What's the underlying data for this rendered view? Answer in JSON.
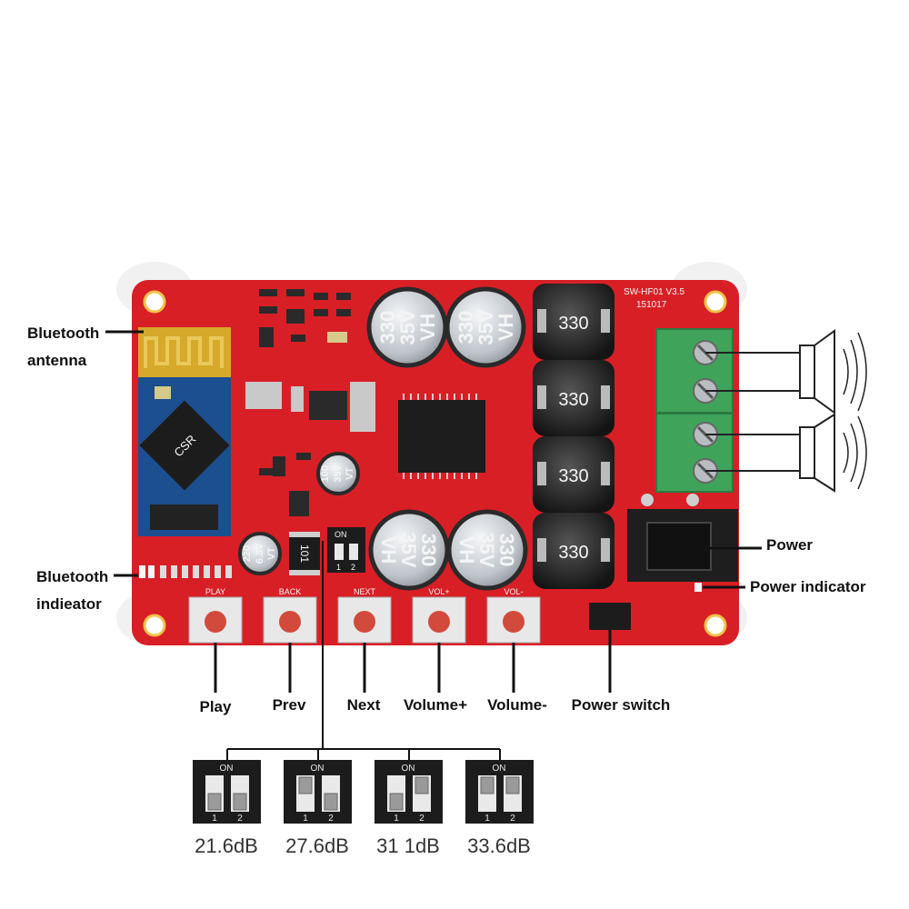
{
  "labels": {
    "bt_antenna_1": "Bluetooth",
    "bt_antenna_2": "antenna",
    "bt_indicator_1": "Bluetooth",
    "bt_indicator_2": "indieator",
    "power": "Power",
    "power_indicator": "Power indicator",
    "play": "Play",
    "prev": "Prev",
    "next": "Next",
    "volume_up": "Volume+",
    "volume_down": "Volume-",
    "power_switch": "Power switch"
  },
  "board": {
    "model": "SW-HF01 V3.5",
    "date": "151017",
    "module_brand": "CSR",
    "buttons": [
      "PLAY",
      "BACK",
      "NEXT",
      "VOL+",
      "VOL-"
    ],
    "switch_on": "ON",
    "switch_pins": [
      "1",
      "2"
    ],
    "capacitor_value": "330",
    "capacitor_voltage": "35V",
    "capacitor_series": "VH",
    "inductor_value": "330",
    "small_cap_1": [
      "100",
      "35V",
      "VT"
    ],
    "small_cap_2": [
      "220",
      "6.3V",
      "VT"
    ],
    "resistor_101": "101"
  },
  "dip_settings": [
    {
      "gain": "21.6dB",
      "s1": "off",
      "s2": "off"
    },
    {
      "gain": "27.6dB",
      "s1": "on",
      "s2": "off"
    },
    {
      "gain": "31 1dB",
      "s1": "off",
      "s2": "on"
    },
    {
      "gain": "33.6dB",
      "s1": "on",
      "s2": "on"
    }
  ],
  "dip_on_label": "ON",
  "dip_pins": [
    "1",
    "2"
  ],
  "colors": {
    "pcb": "#d81f26",
    "terminal": "#3fa35a",
    "capacitor": "#cfd3d8",
    "inductor": "#2c2c2c"
  }
}
